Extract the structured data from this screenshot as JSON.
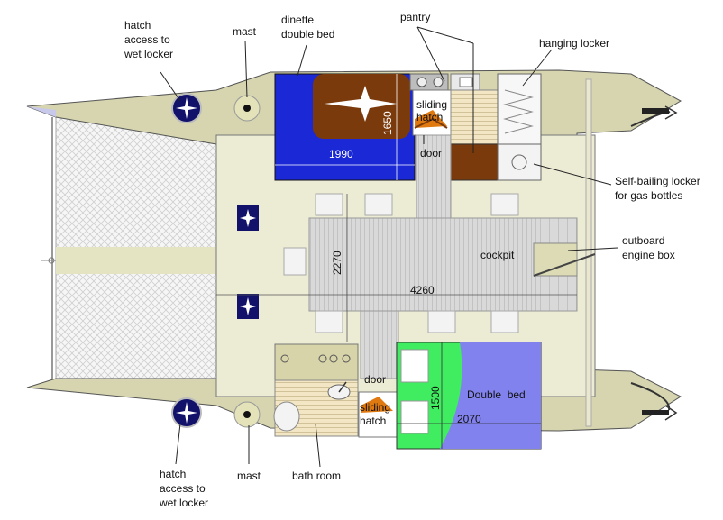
{
  "labels": {
    "hatch_top_1": "hatch",
    "hatch_top_2": "access to",
    "hatch_top_3": "wet locker",
    "mast_top": "mast",
    "dinette_1": "dinette",
    "dinette_2": "double bed",
    "pantry": "pantry",
    "hanging_locker": "hanging locker",
    "gas_1": "Self-bailing locker",
    "gas_2": "for gas bottles",
    "outboard_1": "outboard",
    "outboard_2": "engine box",
    "cockpit": "cockpit",
    "sliding_top_1": "sliding",
    "sliding_top_2": "hatch",
    "door_top": "door",
    "door_bottom": "door",
    "sliding_bot_1": "sliding",
    "sliding_bot_2": "hatch",
    "double_bed": "Double  bed",
    "hatch_bot_1": "hatch",
    "hatch_bot_2": "access to",
    "hatch_bot_3": "wet locker",
    "mast_bottom": "mast",
    "bath_room": "bath room"
  },
  "dimensions": {
    "dinette_length": "1990",
    "dinette_width": "1650",
    "cockpit_width": "2270",
    "overall_length": "4260",
    "bed_width": "1500",
    "bed_length": "2070"
  },
  "colors": {
    "hull": "#d6d5b0",
    "deck": "#ecebd4",
    "cockpit_floor": "#cfcfcf",
    "dinette": "#1a28d6",
    "wood": "#7b3a0c",
    "bed_blue": "#8282ee",
    "bed_green": "#40ec60",
    "hull_band": "#c8c8ea"
  }
}
